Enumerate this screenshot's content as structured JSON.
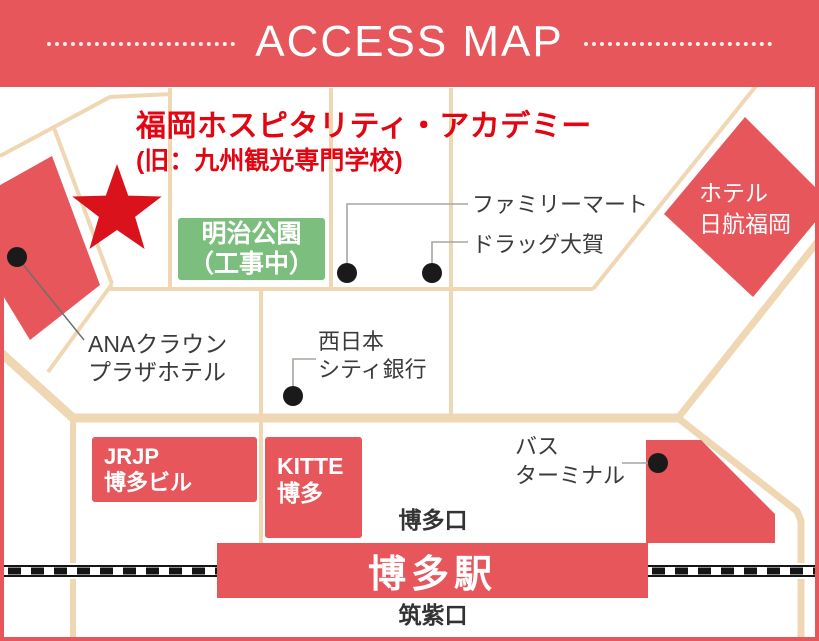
{
  "header": {
    "title": "ACCESS MAP"
  },
  "academy": {
    "name": "福岡ホスピタリティ・アカデミー",
    "former_name": "(旧：九州観光専門学校)"
  },
  "landmarks": {
    "meiji_park": "明治公園\n（工事中）",
    "familymart": "ファミリーマート",
    "drug_ohga": "ドラッグ大賀",
    "hotel_nikko": "ホテル\n日航福岡",
    "ana_crowne_plaza": "ANAクラウン\nプラザホテル",
    "nishinippon_city_bank": "西日本\nシティ銀行",
    "jrjp_hakata_bldg": "JRJP\n博多ビル",
    "kitte_hakata": "KITTE\n博多",
    "bus_terminal": "バス\nターミナル"
  },
  "station": {
    "hakata_exit": "博多口",
    "name": "博多駅",
    "chikushi_exit": "筑紫口"
  },
  "colors": {
    "primary_red": "#E6565B",
    "accent_red": "#E30512",
    "star_red": "#D9121C",
    "park_green": "#7CBE7E",
    "road_beige": "#F0D7B3",
    "rail_black": "#151515",
    "label_text": "#3B3B3B"
  }
}
